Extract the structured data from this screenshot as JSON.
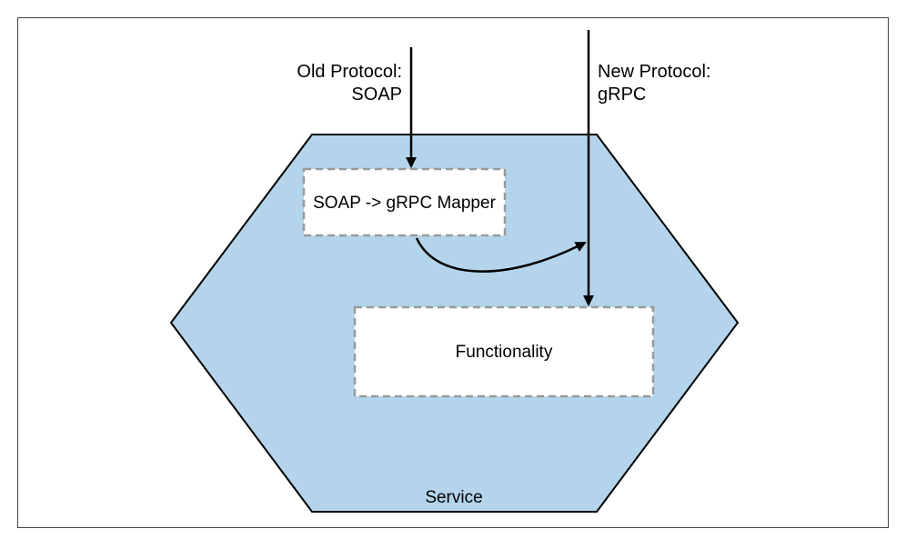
{
  "diagram": {
    "old_protocol": {
      "line1": "Old Protocol:",
      "line2": "SOAP"
    },
    "new_protocol": {
      "line1": "New Protocol:",
      "line2": "gRPC"
    },
    "mapper_label": "SOAP -> gRPC Mapper",
    "functionality_label": "Functionality",
    "service_label": "Service"
  },
  "colors": {
    "service_fill": "#b3d4ea",
    "stroke": "#000000",
    "box_fill": "#ffffff",
    "box_border": "#999999",
    "frame_border": "#444444"
  }
}
